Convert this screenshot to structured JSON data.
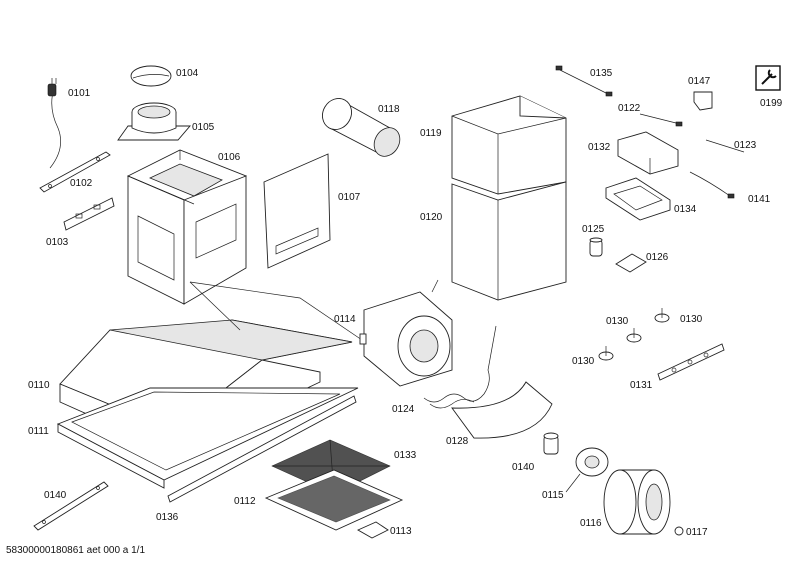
{
  "labels": {
    "p0101": "0101",
    "p0102": "0102",
    "p0103": "0103",
    "p0104": "0104",
    "p0105": "0105",
    "p0106": "0106",
    "p0107": "0107",
    "p0110": "0110",
    "p0111": "0111",
    "p0112": "0112",
    "p0113": "0113",
    "p0114": "0114",
    "p0115": "0115",
    "p0116": "0116",
    "p0117": "0117",
    "p0118": "0118",
    "p0119": "0119",
    "p0120": "0120",
    "p0122": "0122",
    "p0123": "0123",
    "p0124": "0124",
    "p0125": "0125",
    "p0126": "0126",
    "p0128": "0128",
    "p0130a": "0130",
    "p0130b": "0130",
    "p0130c": "0130",
    "p0131": "0131",
    "p0132": "0132",
    "p0133": "0133",
    "p0134": "0134",
    "p0135": "0135",
    "p0136": "0136",
    "p0140a": "0140",
    "p0140b": "0140",
    "p0141": "0141",
    "p0147": "0147",
    "p0199": "0199"
  },
  "footer": "58300000180861 aet 000 a 1/1",
  "icons": {
    "tool_icon": "manual-wrench-icon"
  }
}
